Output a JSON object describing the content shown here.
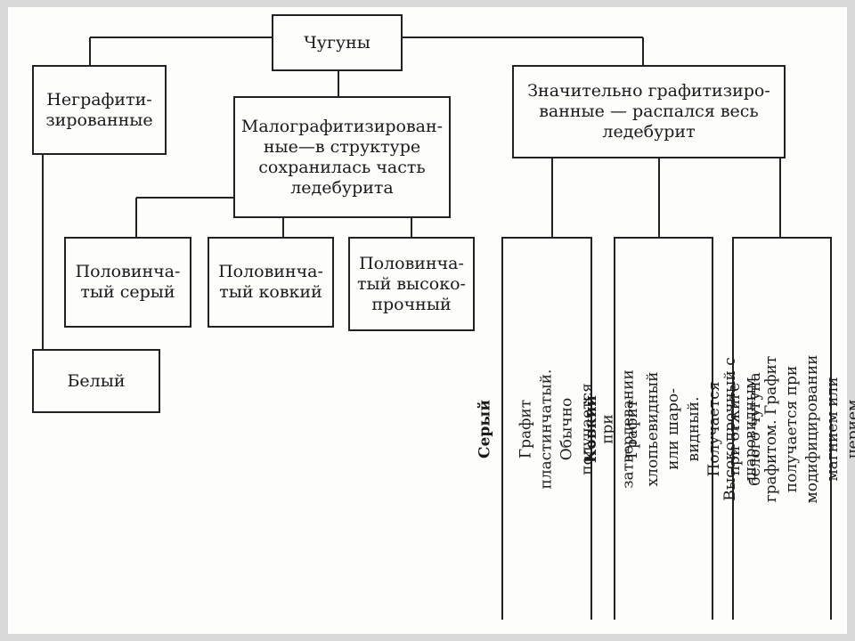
{
  "diagram": {
    "root": "Чугуны",
    "nongraphitized": "Неграфити-\nзированные",
    "slightly_graphitized": "Малографитизирован-\nные—в структуре\nсохранилась часть\nледебурита",
    "highly_graphitized": "Значительно графитизиро-\nванные — распался весь\nледебурит",
    "white": "Белый",
    "half_gray": "Половинча-\nтый серый",
    "half_malleable": "Половинча-\nтый ковкий",
    "half_ductile": "Половинча-\nтый высоко-\nпрочный",
    "gray_title": "Серый",
    "gray_desc": "Графит пластинчатый. Обычно\nполучается при затвердевании",
    "malleable_title": "Ковкий",
    "malleable_desc": "Графит хлопьевидный или шаро-\nвидный. Получается при отжиге\nбелого чугуна",
    "ductile_desc": "Высокопрочный с шаровидным\nграфитом. Графит получается при\nмодифицировании магнием или\nцерием"
  }
}
